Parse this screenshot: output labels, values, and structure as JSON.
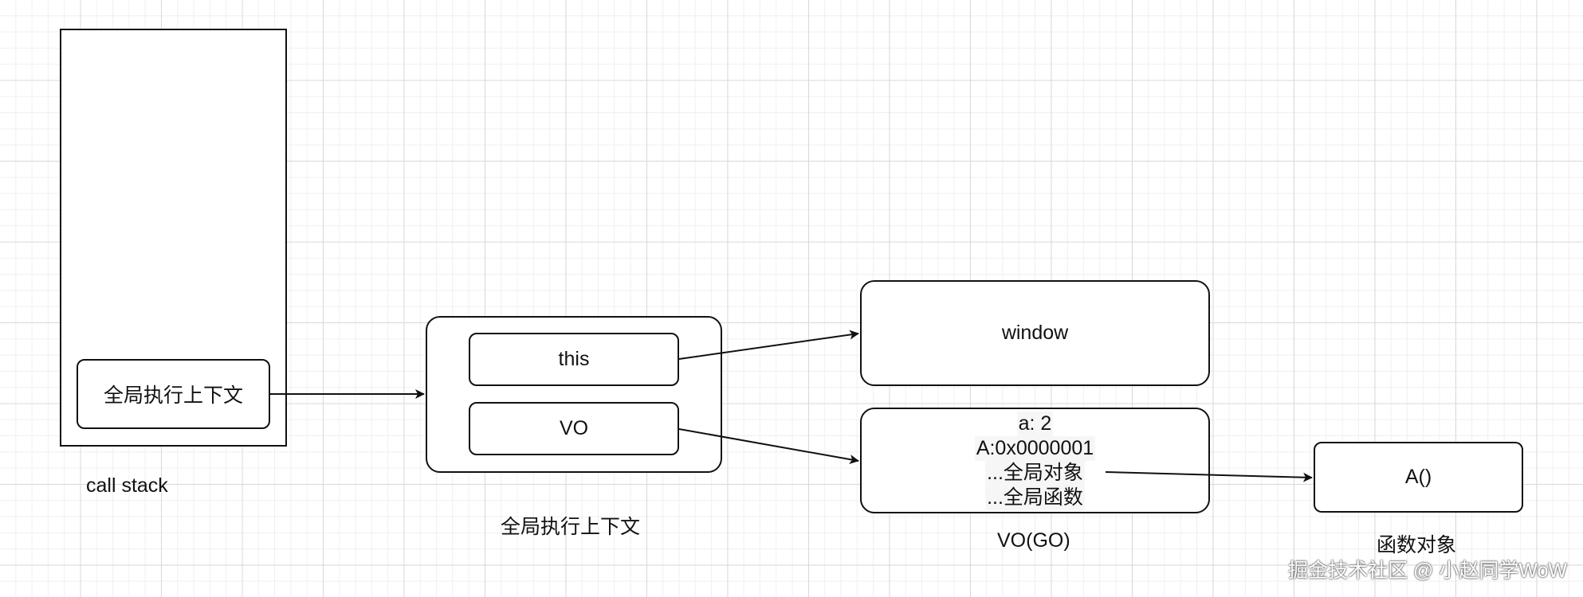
{
  "call_stack": {
    "frame_label": "全局执行上下文",
    "caption": "call stack"
  },
  "global_execution_context": {
    "this_label": "this",
    "vo_label": "VO",
    "caption": "全局执行上下文"
  },
  "window_box": {
    "label": "window"
  },
  "vo_go": {
    "lines": [
      "a: 2",
      "A:0x0000001",
      "...全局对象",
      "...全局函数"
    ],
    "caption": "VO(GO)"
  },
  "function_object": {
    "label": "A()",
    "caption": "函数对象"
  },
  "watermark": "掘金技术社区 @ 小赵同学WoW"
}
